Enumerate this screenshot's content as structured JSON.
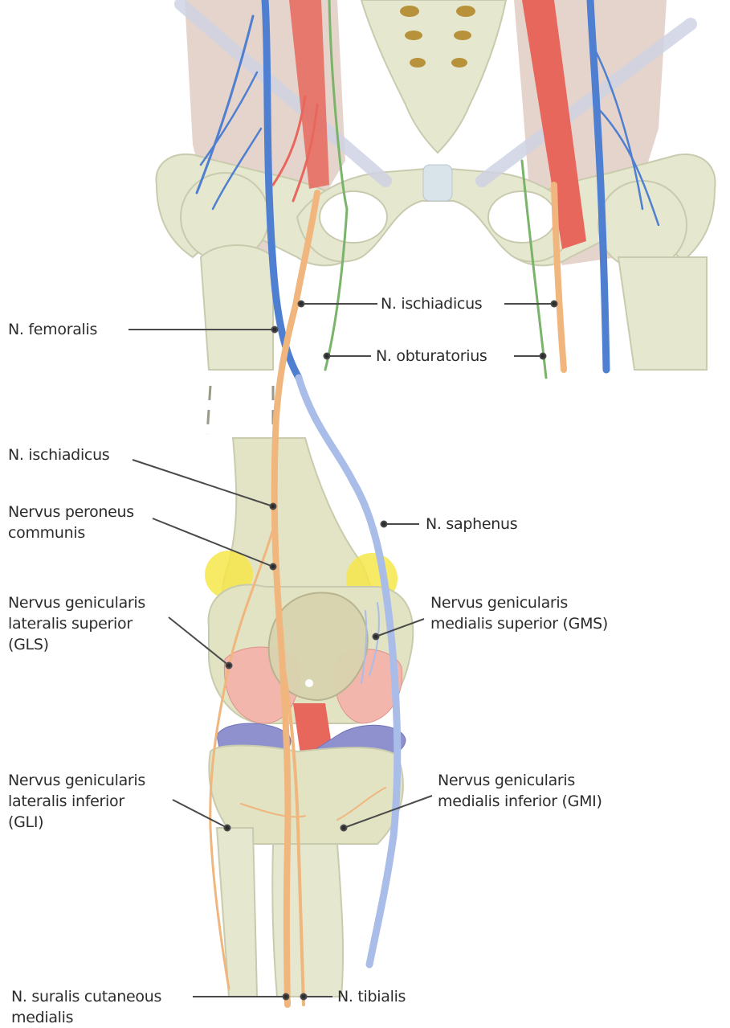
{
  "figure": {
    "labels": {
      "femoralis": [
        "N. femoralis"
      ],
      "ischiadicus_top": [
        "N. ischiadicus"
      ],
      "obturatorius": [
        "N. obturatorius"
      ],
      "ischiadicus_mid": [
        "N. ischiadicus"
      ],
      "peroneus": [
        "Nervus peroneus",
        "communis"
      ],
      "saphenus": [
        "N. saphenus"
      ],
      "gls": [
        "Nervus genicularis",
        "lateralis superior",
        "(GLS)"
      ],
      "gms": [
        "Nervus genicularis",
        "medialis superior (GMS)"
      ],
      "gli": [
        "Nervus genicularis",
        "lateralis inferior",
        "(GLI)"
      ],
      "gmi": [
        "Nervus genicularis",
        "medialis inferior (GMI)"
      ],
      "suralis": [
        "N. suralis cutaneous",
        "medialis"
      ],
      "tibialis": [
        "N. tibialis"
      ]
    },
    "colors": {
      "bone": "#e6e7cf",
      "bone_edge": "#c9cbae",
      "artery": "#e8675c",
      "vein": "#4f7fd0",
      "vein_light": "#a9bde8",
      "nerve": "#f0b67d",
      "obturator_nerve": "#7ab36a",
      "patella": "#f2b6ad",
      "meniscus": "#8f91cf",
      "highlight": "#f6e64a",
      "leader": "#4a4a4a"
    }
  }
}
